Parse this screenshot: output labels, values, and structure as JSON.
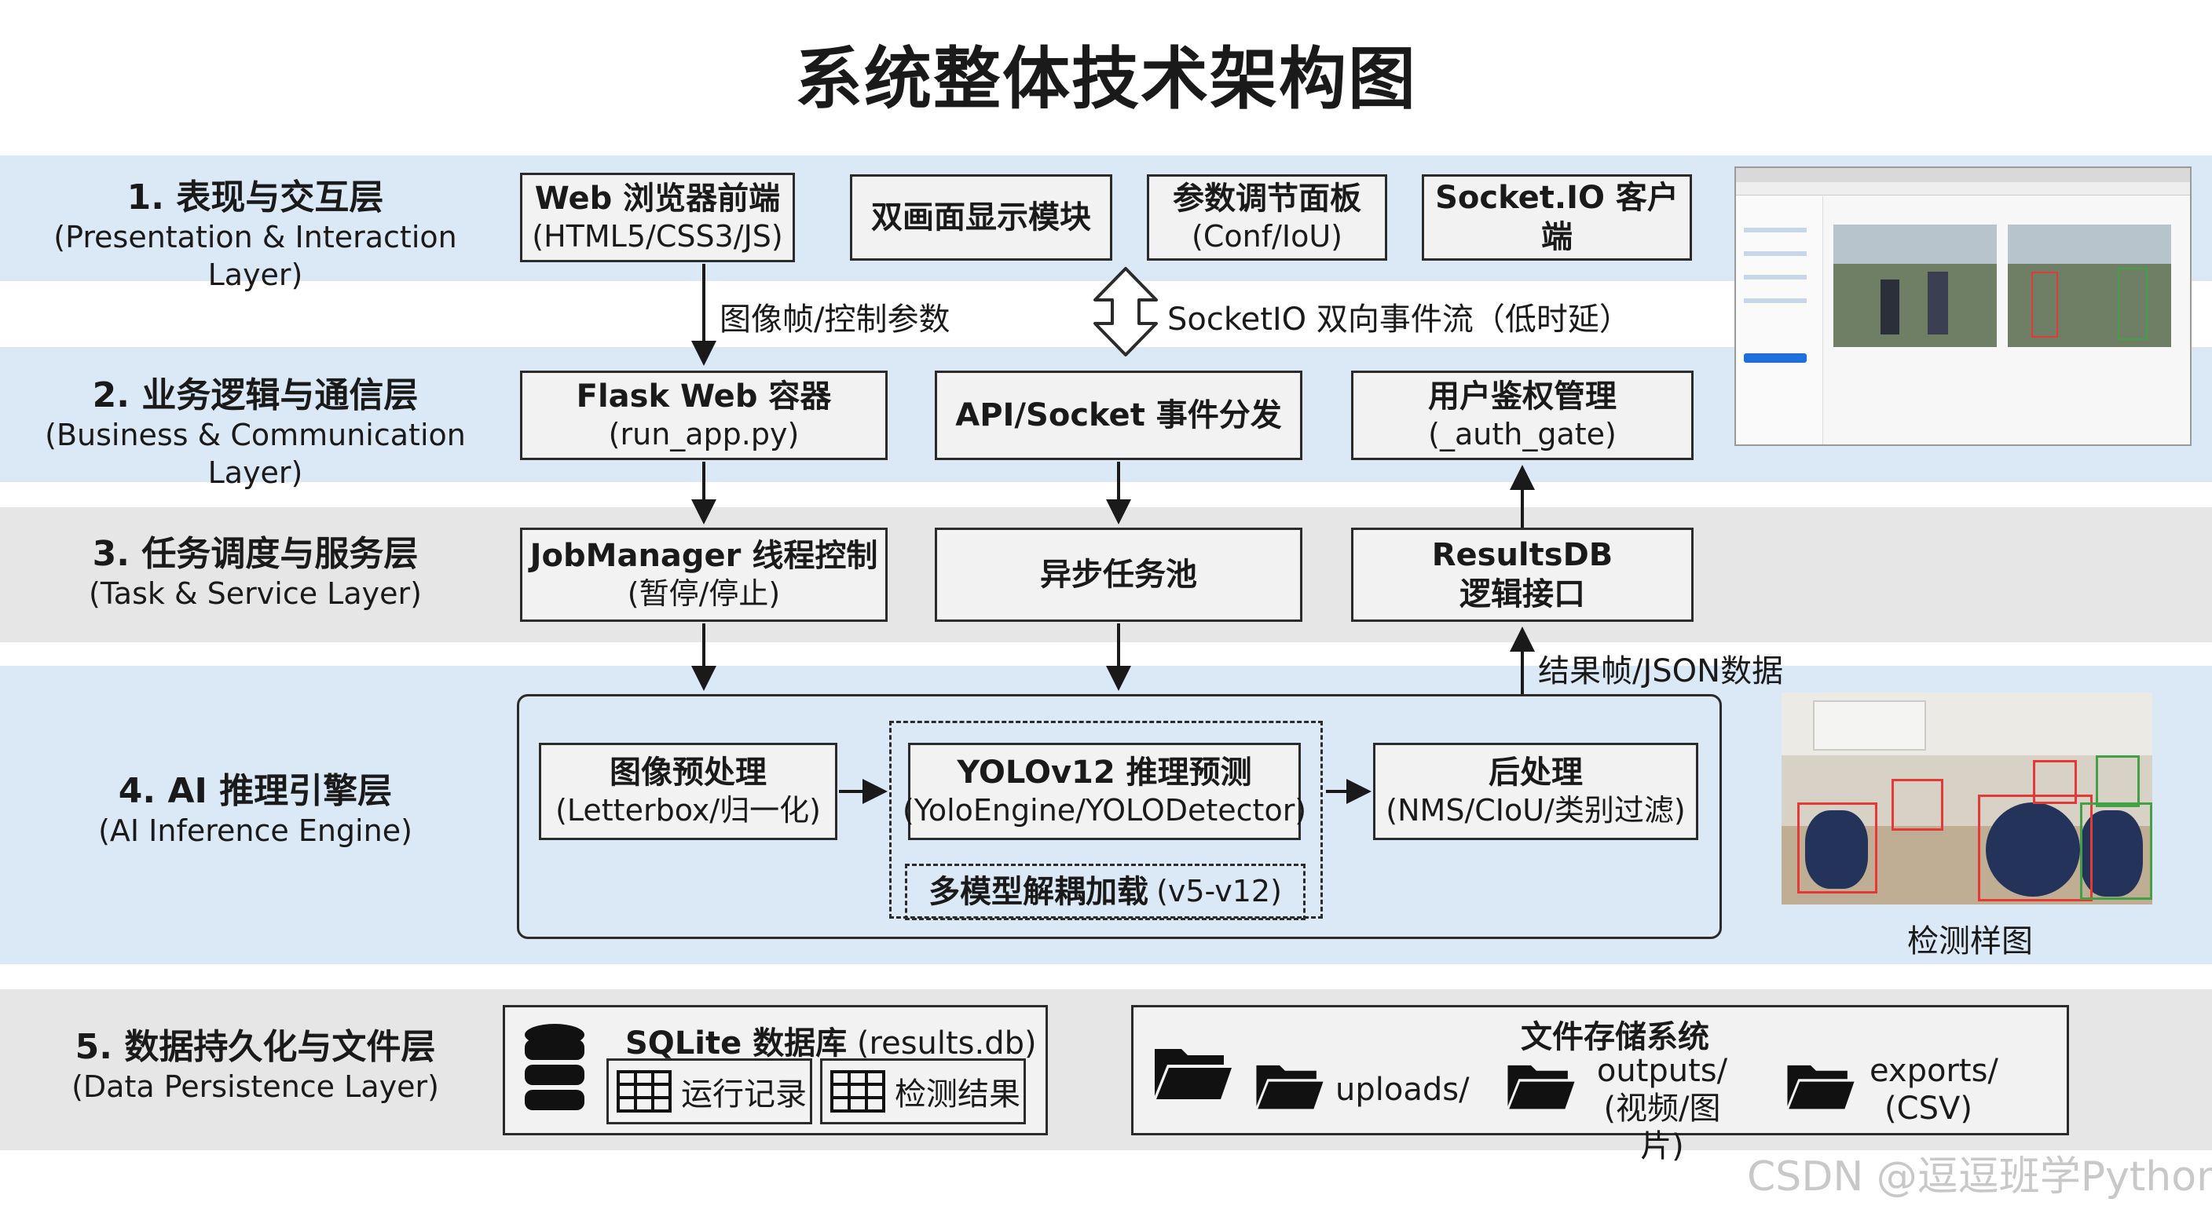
{
  "title": "系统整体技术架构图",
  "layers": [
    {
      "zh": "1. 表现与交互层",
      "en": "(Presentation & Interaction Layer)"
    },
    {
      "zh": "2. 业务逻辑与通信层",
      "en": "(Business & Communication Layer)"
    },
    {
      "zh": "3. 任务调度与服务层",
      "en": "(Task & Service Layer)"
    },
    {
      "zh": "4. AI 推理引擎层",
      "en": "(AI Inference Engine)"
    },
    {
      "zh": "5. 数据持久化与文件层",
      "en": "(Data Persistence Layer)"
    }
  ],
  "nodes": {
    "web_browser": {
      "l1": "Web 浏览器前端",
      "l2": "(HTML5/CSS3/JS)"
    },
    "dual_display": {
      "l1": "双画面显示模块"
    },
    "param_panel": {
      "l1": "参数调节面板",
      "l2": "(Conf/IoU)"
    },
    "socketio_client": {
      "l1": "Socket.IO 客户端"
    },
    "flask": {
      "l1": "Flask Web 容器",
      "l2": "(run_app.py)"
    },
    "dispatcher": {
      "l1": "API/Socket 事件分发"
    },
    "auth": {
      "l1": "用户鉴权管理",
      "l2": "(_auth_gate)"
    },
    "jobmanager": {
      "l1": "JobManager 线程控制",
      "l2": "(暂停/停止)"
    },
    "async_pool": {
      "l1": "异步任务池"
    },
    "resultsdb": {
      "l1": "ResultsDB",
      "l2": "逻辑接口"
    },
    "preprocess": {
      "l1": "图像预处理",
      "l2": "(Letterbox/归一化)"
    },
    "yolo": {
      "l1": "YOLOv12 推理预测",
      "l2": "(YoloEngine/YOLODetector)"
    },
    "multimodel": {
      "l1": "多模型解耦加载",
      "l2": "(v5-v12)"
    },
    "postprocess": {
      "l1": "后处理",
      "l2": "(NMS/CIoU/类别过滤)"
    }
  },
  "edges": {
    "frames_params": "图像帧/控制参数",
    "socketio_stream": "SocketIO 双向事件流（低时延）",
    "result_json": "结果帧/JSON数据"
  },
  "sqlite": {
    "title": "SQLite 数据库",
    "file": "(results.db)",
    "tables": [
      "运行记录",
      "检测结果"
    ]
  },
  "filesystem": {
    "title": "文件存储系统",
    "folders": [
      {
        "label": "uploads/"
      },
      {
        "label": "outputs/",
        "sub": "(视频/图片)"
      },
      {
        "label": "exports/",
        "sub": "(CSV)"
      }
    ]
  },
  "sample_caption": "检测样图",
  "watermark": "CSDN @逗逗班学Python",
  "colors": {
    "band_blue": "#dbe8f5",
    "band_gray": "#e6e6e6",
    "box_fill": "#f2f2f2",
    "box_border": "#2b2b2b",
    "det_red": "#e53935",
    "det_green": "#43a047"
  }
}
